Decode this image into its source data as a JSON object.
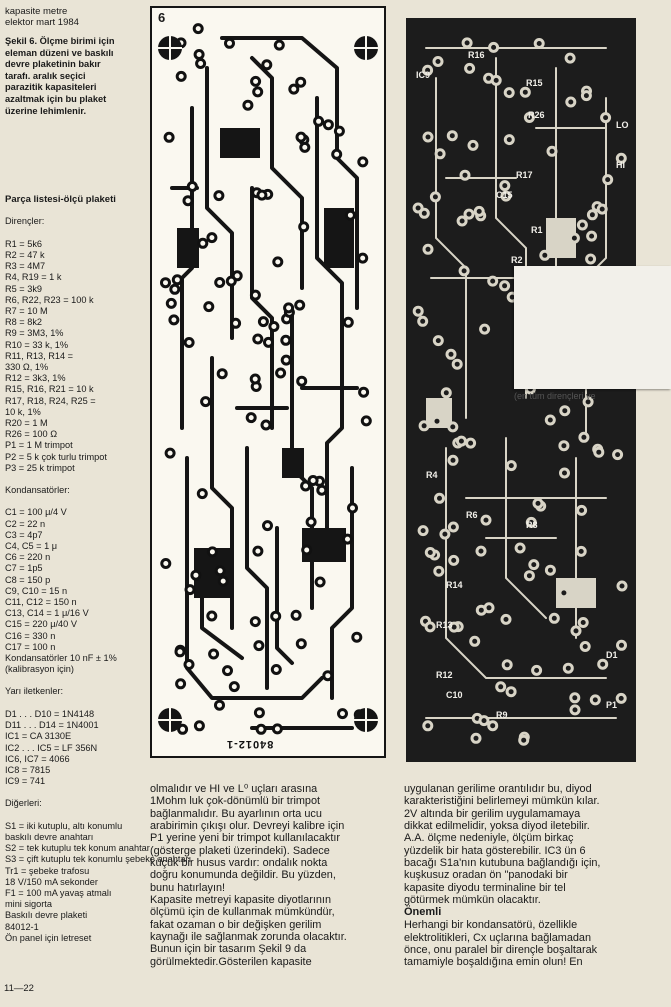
{
  "sidebar": {
    "header": [
      "kapasite metre",
      "elektor mart 1984"
    ],
    "caption": [
      "Şekil 6. Ölçme birimi için",
      "eleman düzeni ve baskılı",
      "devre plaketinin bakır",
      "tarafı. aralık seçici",
      "parazitik kapasiteleri",
      "azaltmak için bu plaket",
      "üzerine lehimlenir."
    ],
    "parts_title": "Parça listesi-ölçü plaketi",
    "resistors": [
      "Dirençler:",
      "",
      "R1 = 5k6",
      "R2 = 47 k",
      "R3 = 4M7",
      "R4, R19 = 1 k",
      "R5 = 3k9",
      "R6, R22, R23 = 100 k",
      "R7 = 10 M",
      "R8 = 8k2",
      "R9 = 3M3, 1%",
      "R10 = 33 k, 1%",
      "R11, R13, R14 =",
      "   330 Ω, 1%",
      "R12 = 3k3, 1%",
      "R15, R16, R21 = 10 k",
      "R17, R18, R24, R25 =",
      "   10 k, 1%",
      "R20 = 1 M",
      "R26 = 100 Ω",
      "P1 = 1 M trimpot",
      "P2 = 5 k çok turlu trimpot",
      "P3 = 25 k trimpot"
    ],
    "capacitors": [
      "Kondansatörler:",
      "",
      "C1 = 100 μ/4 V",
      "C2 = 22 n",
      "C3 = 4p7",
      "C4, C5 = 1 μ",
      "C6 = 220 n",
      "C7 = 1p5",
      "C8 = 150 p",
      "C9, C10 = 15 n",
      "C11, C12 = 150 n",
      "C13, C14 = 1 μ/16 V",
      "C15 = 220 μ/40 V",
      "C16 = 330 n",
      "C17 = 100 n",
      "Kondansatörler 10 nF ± 1%",
      "   (kalibrasyon için)"
    ],
    "semis": [
      "Yarı iletkenler:",
      "",
      "D1 . . . D10 = 1N4148",
      "D11 . . . D14 = 1N4001",
      "IC1 = CA 3130E",
      "IC2 . . . IC5 = LF 356N",
      "IC6, IC7 = 4066",
      "IC8 = 7815",
      "IC9 = 741"
    ],
    "others": [
      "Diğerleri:",
      "",
      "S1 = iki kutuplu, altı konumlu",
      "   baskılı devre anahtarı",
      "S2 = tek kutuplu tek konum anahtar",
      "S3 = çift kutuplu tek konumlu şebeke anahtarı",
      "Tr1 = şebeke trafosu",
      "   18 V/150 mA sekonder",
      "F1 = 100 mA yavaş atmalı",
      "   mini sigorta",
      "Baskılı devre plaketi",
      "   84012-1",
      "Ön panel için letreset"
    ],
    "page_number": "11—22"
  },
  "figure": {
    "number": "6",
    "board_code": "84012-1",
    "paper_note": "(en tüm dirençleri ve",
    "silk_labels": [
      "R16",
      "R15",
      "R26",
      "IC9",
      "C15",
      "R17",
      "R1",
      "R2",
      "R4",
      "R6",
      "R14",
      "R13",
      "R12",
      "R9",
      "R8",
      "C10",
      "D1",
      "P1",
      "HI",
      "LO"
    ]
  },
  "body": {
    "col1": [
      "olmalıdır ve HI ve L⁰ uçları arasına",
      "1Mohm luk çok-dönümlü bir trimpot",
      "bağlanmalıdır. Bu ayarlının orta ucu",
      "arabirimin çıkışı olur. Devreyi kalibre için",
      "P1 yerine yeni bir trimpot kullanılacaktır",
      "(gösterge plaketi üzerindeki). Sadece",
      "küçük bir husus vardır: ondalık nokta",
      "doğru konumunda değildir. Bu yüzden,",
      "bunu hatırlayın!",
      "Kapasite metreyi kapasite diyotlarının",
      "ölçümü için de kullanmak mümkündür,",
      "fakat ozaman o bir değişken gerilim",
      "kaynağı ile sağlanmak zorunda olacaktır.",
      "Bunun için bir tasarım Şekil 9 da",
      "görülmektedir.Gösterilen kapasite"
    ],
    "col2_a": [
      "uygulanan gerilime orantılıdır bu, diyod",
      "karakteristiğini belirlemeyi mümkün kılar.",
      "2V altında bir gerilim uygulamamaya",
      "dikkat edilmelidir, yoksa diyod iletebilir.",
      "A.A. ölçme nedeniyle, ölçüm birkaç",
      "yüzdelik bir hata gösterebilir. IC3 ün 6",
      "bacağı S1a'nın kutubuna bağlandığı için,",
      "kuşkusuz oradan ön \"panodaki bir",
      "kapasite diyodu terminaline bir tel",
      "götürmek mümkün olacaktır."
    ],
    "onemli": "Önemli",
    "col2_b": [
      "Herhangi bir kondansatörü, özellikle",
      "elektrolitikleri, Cx uçlarına bağlamadan",
      "önce, onu paralel bir dirençle boşaltarak",
      "tamamiyle boşaldığına emin olun! En"
    ]
  },
  "colors": {
    "paper": "#e9e4d6",
    "ink": "#1a1a1a",
    "pcb_dark": "#1c1c1c",
    "copper_light": "#faf8f0"
  }
}
